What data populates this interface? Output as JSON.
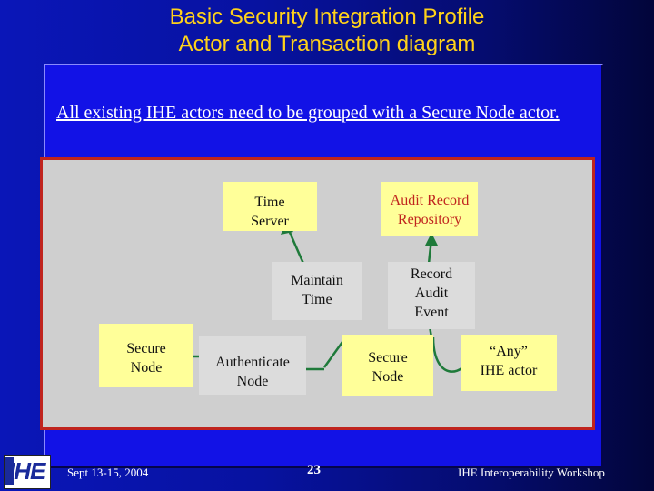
{
  "title": {
    "line1": "Basic Security Integration Profile",
    "line2": "Actor and Transaction diagram"
  },
  "statement": "All existing IHE actors need to be grouped with a Secure Node actor.",
  "diagram": {
    "nodes": {
      "time_server": {
        "line1": "Time",
        "line2": "Server"
      },
      "audit_record_repository": {
        "line1": "Audit Record",
        "line2": "Repository"
      },
      "maintain_time": {
        "line1": "Maintain",
        "line2": "Time"
      },
      "record_audit_event": {
        "line1": "Record",
        "line2": "Audit",
        "line3": "Event"
      },
      "secure_node_left": {
        "line1": "Secure",
        "line2": "Node"
      },
      "authenticate_node": {
        "line1": "Authenticate",
        "line2": "Node"
      },
      "secure_node_center": {
        "line1": "Secure",
        "line2": "Node"
      },
      "any_ihe_actor": {
        "line1": "“Any”",
        "line2": "IHE actor"
      }
    },
    "colors": {
      "actor_fill": "#ffff99",
      "transaction_fill": "#dcdcdc",
      "connector": "#1f7a3a",
      "border": "#c0241e"
    }
  },
  "footer": {
    "date": "Sept 13-15, 2004",
    "page_number": "23",
    "event": "IHE Interoperability Workshop",
    "logo_text": "IHE"
  }
}
